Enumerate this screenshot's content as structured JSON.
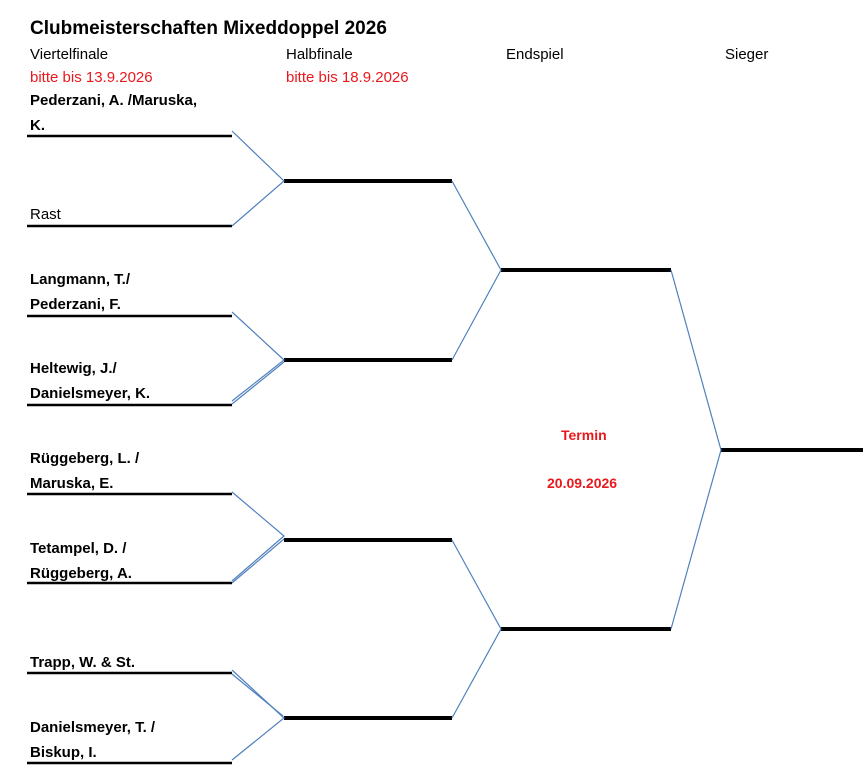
{
  "title": "Clubmeisterschaften Mixeddoppel 2026",
  "rounds": {
    "quarterfinal": "Viertelfinale",
    "semifinal": "Halbfinale",
    "final": "Endspiel",
    "winner": "Sieger"
  },
  "deadlines": {
    "quarterfinal": "bitte bis 13.9.2026",
    "semifinal": "bitte bis 18.9.2026"
  },
  "players": [
    [
      "Pederzani, A. /Maruska,",
      "K."
    ],
    [
      "Rast"
    ],
    [
      "Langmann, T./",
      "Pederzani, F."
    ],
    [
      "Heltewig, J./",
      "Danielsmeyer, K."
    ],
    [
      "Rüggeberg, L. /",
      "Maruska, E."
    ],
    [
      "Tetampel, D. /",
      "Rüggeberg, A."
    ],
    [
      "Trapp, W. & St."
    ],
    [
      "Danielsmeyer, T. /",
      "Biskup, I."
    ]
  ],
  "final_date": {
    "label": "Termin",
    "date": "20.09.2026"
  },
  "colors": {
    "deadline_red": "#e8191d",
    "connector_blue": "#4f81bd"
  }
}
